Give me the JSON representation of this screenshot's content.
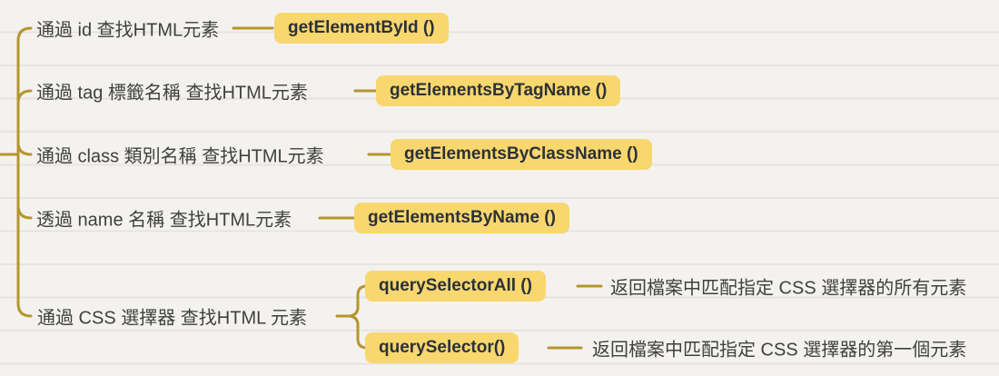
{
  "colors": {
    "background": "#f3f2ef",
    "branch_line": "#b5952e",
    "highlight": "#f9d76f",
    "text": "#404040",
    "method_text": "#2b3138"
  },
  "mindmap": {
    "branches": [
      {
        "label": "通過 id 查找HTML元素",
        "method": "getElementById ()"
      },
      {
        "label": "通過 tag 標籤名稱 查找HTML元素",
        "method": "getElementsByTagName ()"
      },
      {
        "label": "通過 class 類別名稱 查找HTML元素",
        "method": "getElementsByClassName ()"
      },
      {
        "label": "透過 name 名稱 查找HTML元素",
        "method": "getElementsByName ()"
      },
      {
        "label": "通過 CSS 選擇器 查找HTML 元素",
        "children": [
          {
            "method": "querySelectorAll ()",
            "description": "返回檔案中匹配指定 CSS 選擇器的所有元素"
          },
          {
            "method": "querySelector()",
            "description": "返回檔案中匹配指定 CSS 選擇器的第一個元素"
          }
        ]
      }
    ]
  }
}
